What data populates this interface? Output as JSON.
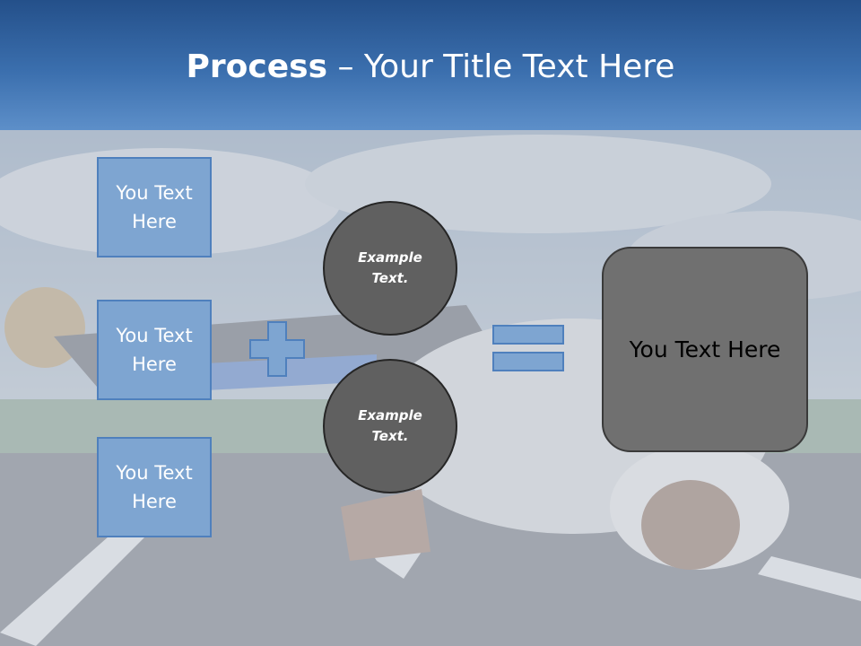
{
  "title": {
    "strong": "Process",
    "dash": " – ",
    "rest": "Your Title Text Here"
  },
  "boxes": [
    {
      "label": "You Text Here"
    },
    {
      "label": "You Text Here"
    },
    {
      "label": "You Text Here"
    }
  ],
  "circles": [
    {
      "label": "Example Text."
    },
    {
      "label": "Example Text."
    }
  ],
  "result": {
    "label": "You Text Here"
  },
  "colors": {
    "header": "#3b6fae",
    "box_fill": "#7ea5d1",
    "box_border": "#4f80bd",
    "circle_fill": "#606060",
    "result_fill": "#707070"
  },
  "icons": {
    "operator1": "plus-icon",
    "operator2": "equals-icon"
  }
}
